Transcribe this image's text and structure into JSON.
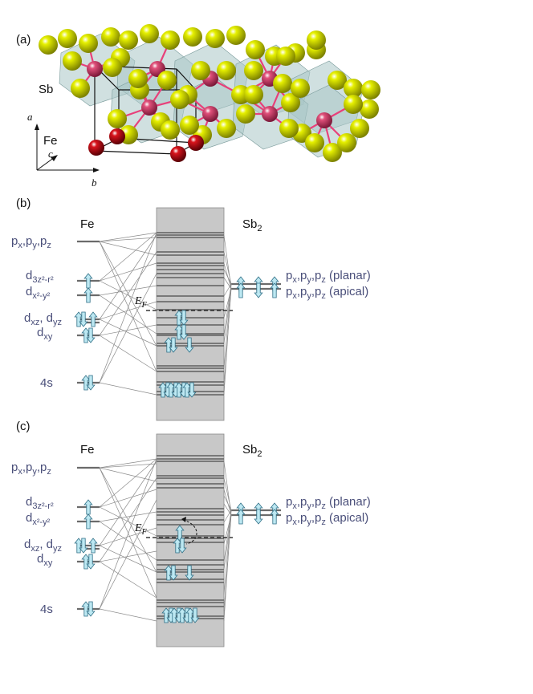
{
  "figure": {
    "panel_a": {
      "label": "(a)",
      "atom_labels": {
        "sb": "Sb",
        "fe": "Fe"
      },
      "axes": {
        "a": "a",
        "b": "b",
        "c": "c"
      },
      "colors": {
        "sb": "#e6f000",
        "fe_center": "#e0507a",
        "fe_corner": "#d8141c",
        "bond": "#e8407a",
        "octahedron": "#a9c7c7"
      }
    },
    "panel_b": {
      "label": "(b)",
      "fe_title": "Fe",
      "sb_title": "Sb",
      "sb_title_sub": "2",
      "ef_label": "E",
      "ef_sub": "F"
    },
    "panel_c": {
      "label": "(c)",
      "fe_title": "Fe",
      "sb_title": "Sb",
      "sb_title_sub": "2",
      "ef_label": "E",
      "ef_sub": "F"
    },
    "fe_orbitals": {
      "p": [
        "p",
        "x",
        ",p",
        "y",
        ",p",
        "z"
      ],
      "d3z2": "d3z²-r²",
      "dx2y2": "dx²-y²",
      "dxz": "dxz, dyz",
      "dxy": "dxy",
      "s": "4s"
    },
    "sb_orbitals": {
      "planar": "px,py,pz (planar)",
      "apical": "px,py,pz (apical)"
    },
    "colors": {
      "text": "#4a4f7a",
      "band": "#c8c8c8",
      "arrow": "#bde8f2"
    }
  }
}
